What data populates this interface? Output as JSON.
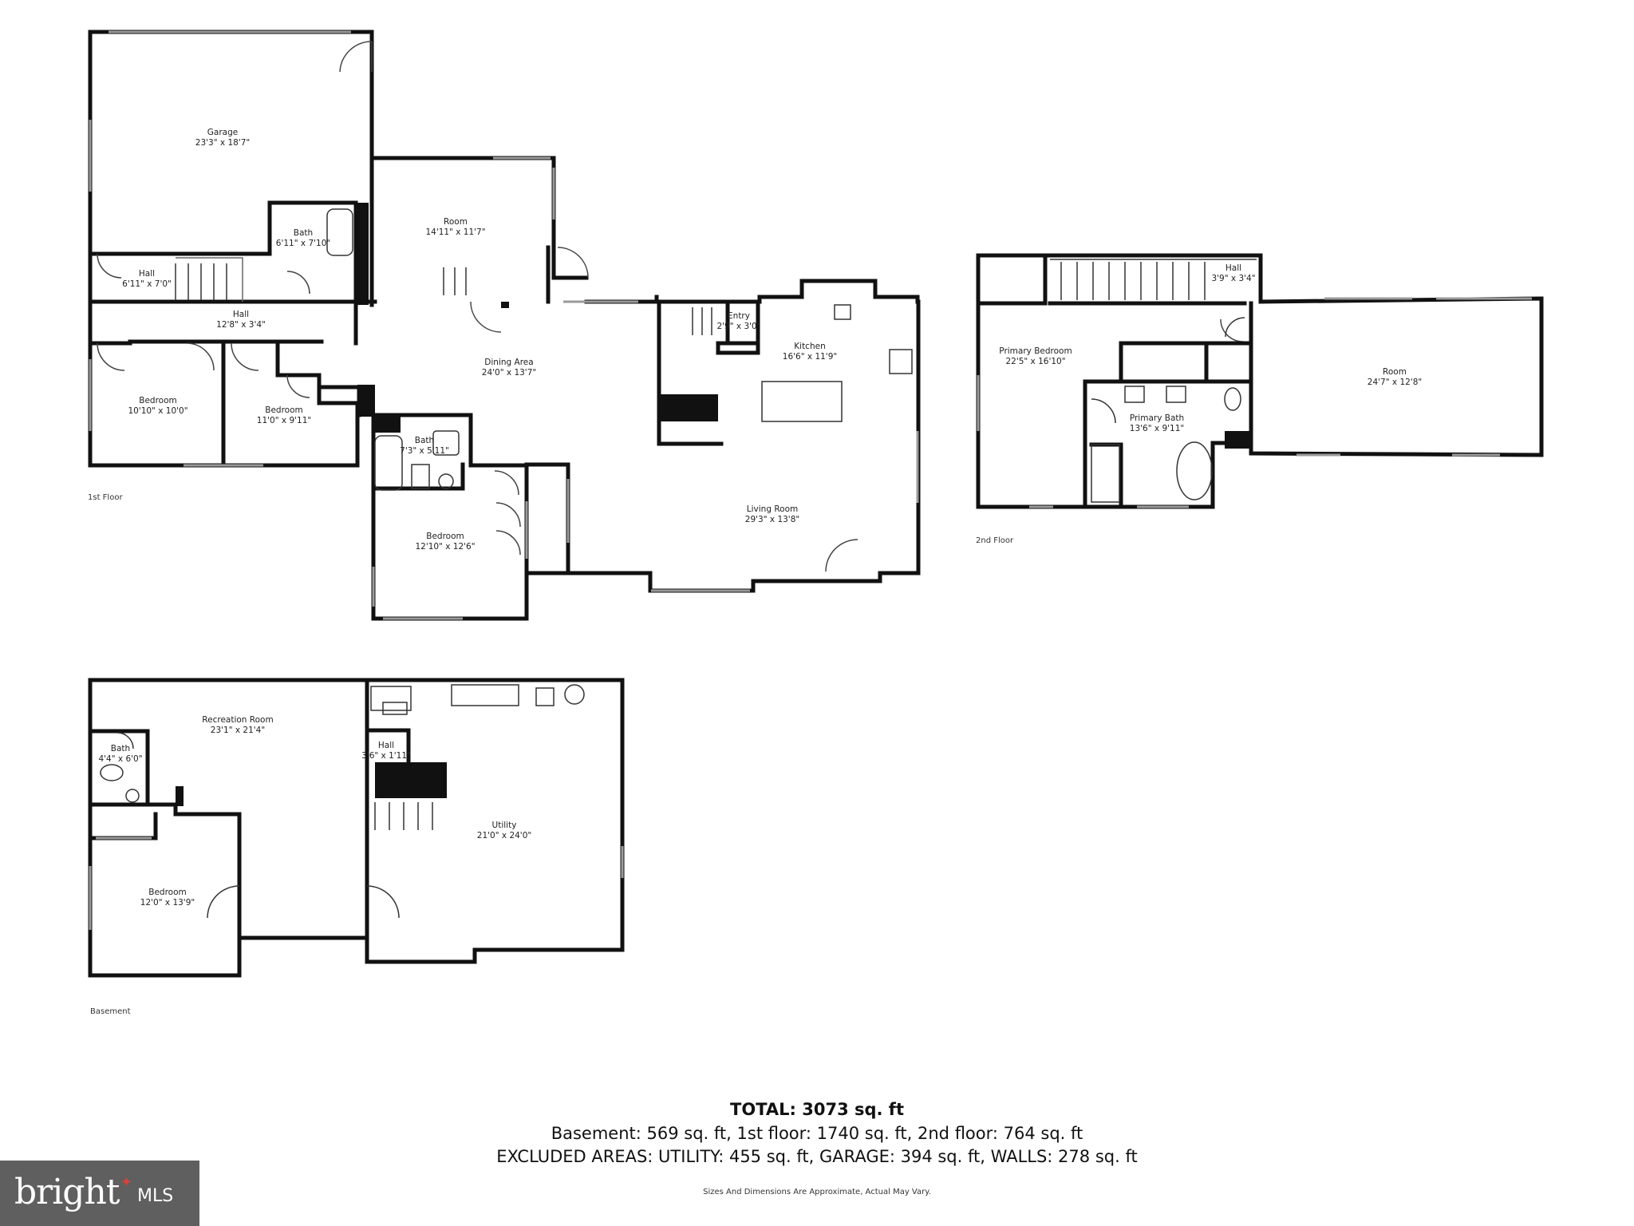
{
  "floors": {
    "first": {
      "label": "1st Floor",
      "rooms": [
        {
          "id": "garage",
          "name": "Garage",
          "dims": "23'3\" x 18'7\""
        },
        {
          "id": "room1",
          "name": "Room",
          "dims": "14'11\" x 11'7\""
        },
        {
          "id": "bath1",
          "name": "Bath",
          "dims": "6'11\" x 7'10\""
        },
        {
          "id": "hall1",
          "name": "Hall",
          "dims": "6'11\" x 7'0\""
        },
        {
          "id": "hall2",
          "name": "Hall",
          "dims": "12'8\" x 3'4\""
        },
        {
          "id": "dining",
          "name": "Dining Area",
          "dims": "24'0\" x 13'7\""
        },
        {
          "id": "entry",
          "name": "Entry",
          "dims": "2'9\" x 3'0\""
        },
        {
          "id": "kitchen",
          "name": "Kitchen",
          "dims": "16'6\" x 11'9\""
        },
        {
          "id": "bedroom1",
          "name": "Bedroom",
          "dims": "10'10\" x 10'0\""
        },
        {
          "id": "bedroom2",
          "name": "Bedroom",
          "dims": "11'0\" x 9'11\""
        },
        {
          "id": "bath2",
          "name": "Bath",
          "dims": "7'3\" x 5'11\""
        },
        {
          "id": "bedroom3",
          "name": "Bedroom",
          "dims": "12'10\" x 12'6\""
        },
        {
          "id": "living",
          "name": "Living Room",
          "dims": "29'3\" x 13'8\""
        }
      ]
    },
    "second": {
      "label": "2nd Floor",
      "rooms": [
        {
          "id": "hall3",
          "name": "Hall",
          "dims": "3'9\" x 3'4\""
        },
        {
          "id": "primary_bed",
          "name": "Primary Bedroom",
          "dims": "22'5\" x 16'10\""
        },
        {
          "id": "primary_bath",
          "name": "Primary Bath",
          "dims": "13'6\" x 9'11\""
        },
        {
          "id": "room2",
          "name": "Room",
          "dims": "24'7\" x 12'8\""
        }
      ]
    },
    "basement": {
      "label": "Basement",
      "rooms": [
        {
          "id": "rec",
          "name": "Recreation Room",
          "dims": "23'1\" x 21'4\""
        },
        {
          "id": "bath3",
          "name": "Bath",
          "dims": "4'4\" x 6'0\""
        },
        {
          "id": "hall4",
          "name": "Hall",
          "dims": "3'6\" x 1'11\""
        },
        {
          "id": "utility",
          "name": "Utility",
          "dims": "21'0\" x 24'0\""
        },
        {
          "id": "bedroom4",
          "name": "Bedroom",
          "dims": "12'0\" x 13'9\""
        }
      ]
    }
  },
  "summary": {
    "total": "TOTAL: 3073 sq. ft",
    "breakdown": "Basement: 569 sq. ft, 1st floor: 1740 sq. ft, 2nd floor: 764 sq. ft",
    "excluded": "EXCLUDED AREAS: UTILITY: 455 sq. ft, GARAGE: 394 sq. ft, WALLS: 278 sq. ft",
    "disclaimer": "Sizes And Dimensions Are Approximate, Actual May Vary."
  },
  "logo": {
    "text": "bright",
    "suffix": "MLS"
  },
  "colors": {
    "wall": "#111111",
    "window": "#9a9a9a",
    "logo_bg": "#5f5f5f",
    "logo_accent": "#d6433a"
  }
}
